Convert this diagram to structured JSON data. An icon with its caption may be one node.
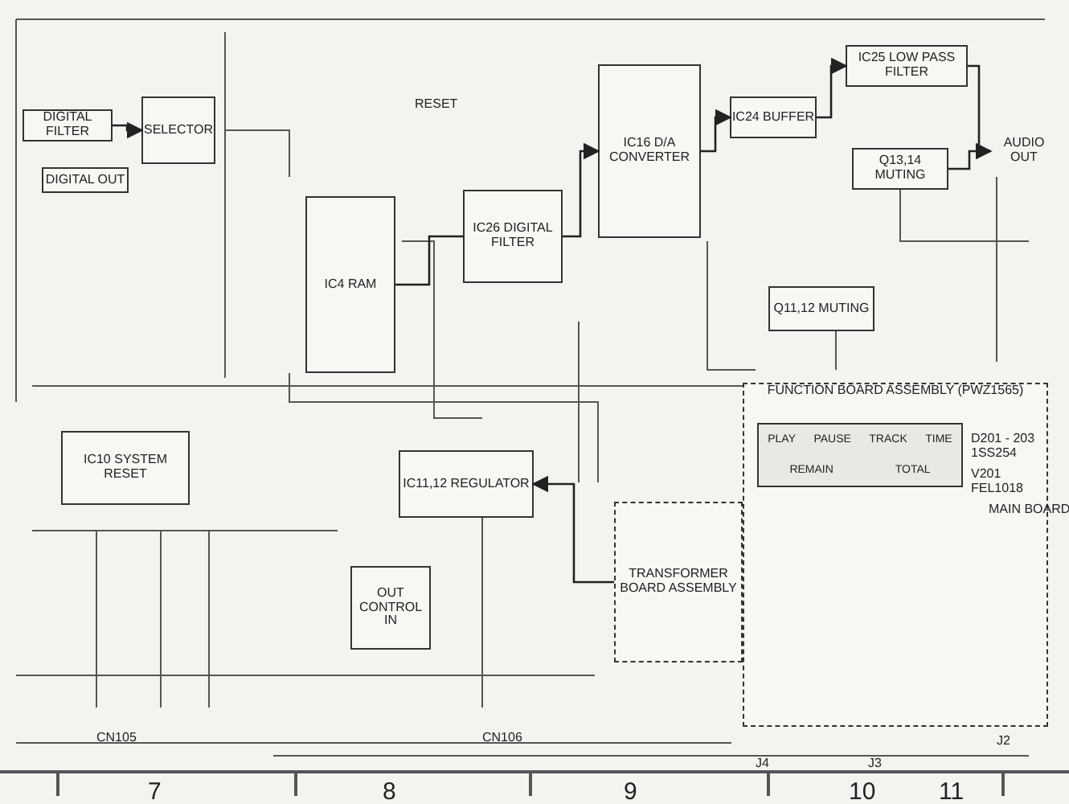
{
  "diagram": {
    "nodes": [
      {
        "text": [
          "DIGITAL FILTER"
        ]
      },
      {
        "text": [
          "SELECTOR"
        ]
      },
      {
        "text": [
          "DIGITAL OUT"
        ]
      },
      {
        "text": [
          "IC4 RAM"
        ]
      },
      {
        "text": [
          "IC26 DIGITAL FILTER"
        ]
      },
      {
        "text": [
          "IC16 D/A CONVERTER"
        ]
      },
      {
        "text": [
          "IC24 BUFFER"
        ]
      },
      {
        "text": [
          "IC25 LOW PASS FILTER"
        ]
      },
      {
        "text": [
          "Q13,14 MUTING"
        ]
      },
      {
        "text": [
          "AUDIO OUT"
        ]
      },
      {
        "text": [
          "Q11,12 MUTING"
        ]
      },
      {
        "text": [
          "IC10 SYSTEM RESET"
        ]
      },
      {
        "text": [
          "IC11,12 REGULATOR"
        ]
      },
      {
        "text": [
          "OUT",
          "CONTROL",
          "IN"
        ]
      },
      {
        "text": [
          "TRANSFORMER BOARD ASSEMBLY"
        ]
      },
      {
        "text": [
          "FUNCTION BOARD ASSEMBLY (PWZ1565)"
        ]
      },
      {
        "text": [
          "PLAY",
          "PAUSE",
          "TRACK",
          "TIME",
          "REMAIN",
          "TOTAL"
        ],
        "in": 15
      }
    ],
    "edges": [
      {
        "from": 0,
        "to": 1,
        "arrow": "to"
      },
      {
        "from": 3,
        "to": 4,
        "arrow": "none"
      },
      {
        "from": 4,
        "to": 5,
        "arrow": "to"
      },
      {
        "from": 5,
        "to": 6,
        "arrow": "to"
      },
      {
        "from": 6,
        "to": 7,
        "arrow": "to"
      },
      {
        "from": 7,
        "to": 9,
        "arrow": "to"
      },
      {
        "from": 8,
        "to": 9,
        "arrow": "none"
      },
      {
        "from": 14,
        "to": 12,
        "arrow": "to"
      }
    ],
    "labels": [
      "D201 - 203 1SS254",
      "V201 FEL1018",
      "MAIN BOARD",
      "RESET",
      "CN105",
      "CN106",
      "J4",
      "J3",
      "J2",
      "7",
      "8",
      "9",
      "10",
      "11"
    ]
  }
}
